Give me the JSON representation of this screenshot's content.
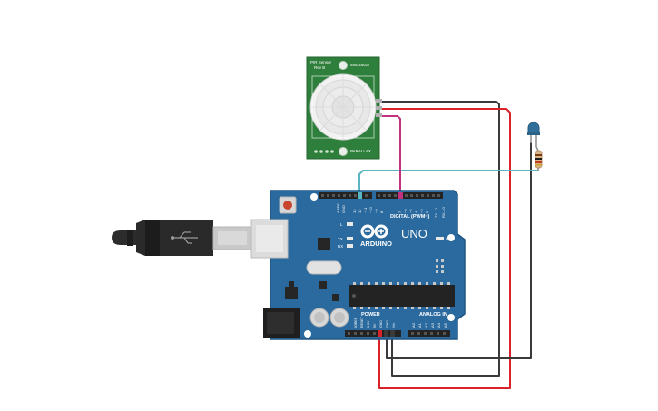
{
  "pir_sensor": {
    "title_line1": "PIR Sensor",
    "title_line2": "Rev B",
    "part_number": "555-28027",
    "brand": "PARALLAX"
  },
  "arduino": {
    "brand": "ARDUINO",
    "model": "UNO",
    "on_label": "ON",
    "l_label": "L",
    "tx_label": "TX",
    "rx_label": "RX",
    "digital_label": "DIGITAL (PWM~)",
    "power_label": "POWER",
    "analog_label": "ANALOG IN",
    "aref_label": "AREF",
    "gnd_top_label": "GND",
    "tx1_label": "TX→1",
    "rx0_label": "RX←0",
    "digital_pins": [
      "13",
      "12",
      "~11",
      "~10",
      "~9",
      "8",
      "7",
      "~6",
      "~5",
      "4",
      "~3",
      "2"
    ],
    "power_pins": [
      "IOREF",
      "RESET",
      "3.3V",
      "5V",
      "GND",
      "GND",
      "Vin"
    ],
    "analog_pins": [
      "A0",
      "A1",
      "A2",
      "A3",
      "A4",
      "A5"
    ]
  },
  "colors": {
    "board": "#2b6a9e",
    "board_edge": "#1f5582",
    "pir_board": "#2f7f3c",
    "wire_red": "#d8232a",
    "wire_black": "#3a3a3a",
    "wire_cyan": "#5bb6c4",
    "wire_magenta": "#c2327f",
    "led": "#2f6f9a",
    "resistor": "#d9b58a"
  },
  "icons": [
    "usb-plug-icon",
    "led-icon",
    "resistor-icon",
    "reset-button-icon"
  ]
}
